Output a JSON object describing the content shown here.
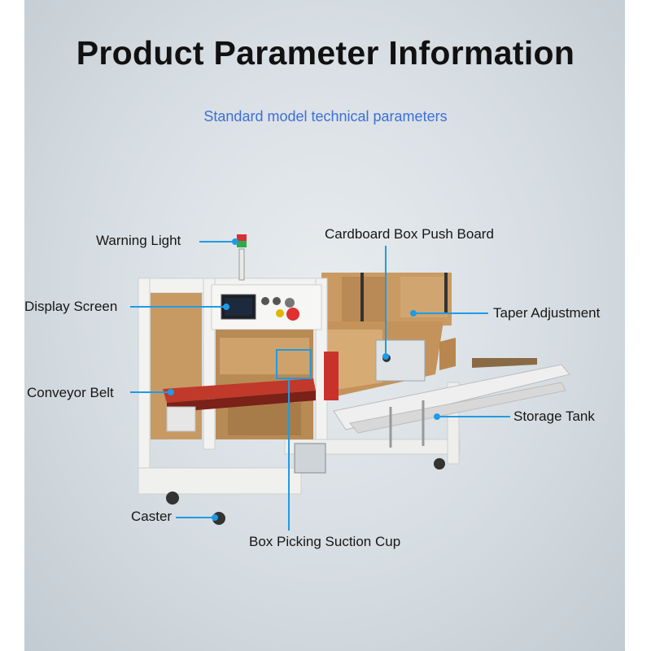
{
  "header": {
    "title": "Product Parameter Information",
    "subtitle": "Standard model technical parameters"
  },
  "callouts": {
    "warning_light": "Warning Light",
    "cardboard_push_board": "Cardboard Box Push Board",
    "display_screen": "Display Screen",
    "taper_adjustment": "Taper Adjustment",
    "conveyor_belt": "Conveyor Belt",
    "storage_tank": "Storage Tank",
    "caster": "Caster",
    "suction_cup": "Box Picking Suction Cup"
  },
  "colors": {
    "callout_line": "#1e9be6",
    "subtitle": "#3d6fd8",
    "cardboard": "#c99a62",
    "frame": "#f2f2f0"
  }
}
